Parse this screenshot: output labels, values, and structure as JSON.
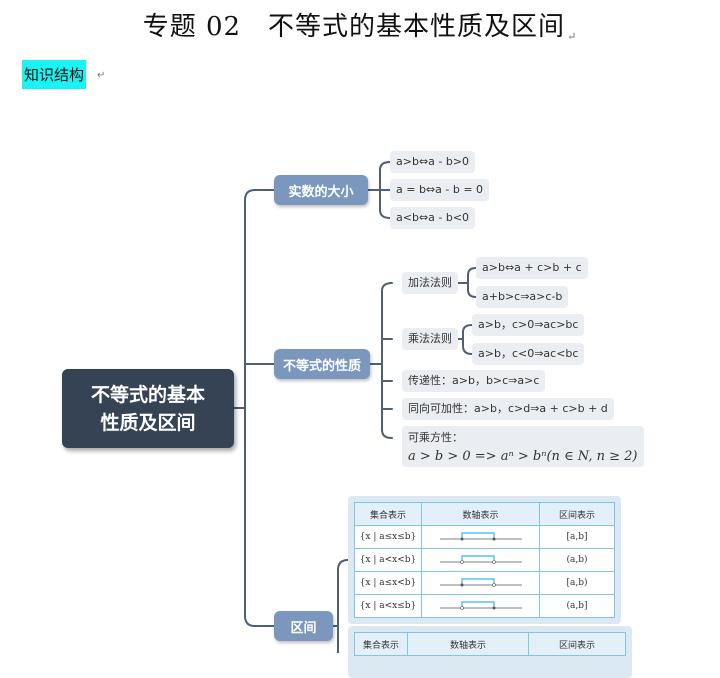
{
  "document": {
    "title": "专题 02　不等式的基本性质及区间",
    "paragraph_mark": "↵",
    "section_label": "知识结构"
  },
  "mindmap": {
    "root": {
      "line1": "不等式的基本",
      "line2": "性质及区间"
    },
    "branch_1": {
      "label": "实数的大小",
      "items": [
        "a>b⇔a - b>0",
        "a = b⇔a - b = 0",
        "a<b⇔a - b<0"
      ]
    },
    "branch_2": {
      "label": "不等式的性质",
      "addition_rule": {
        "label": "加法法则",
        "items": [
          "a>b⇔a + c>b + c",
          "a+b>c⇒a>c-b"
        ]
      },
      "multiplication_rule": {
        "label": "乘法法则",
        "items": [
          "a>b，c>0⇒ac>bc",
          "a>b，c<0⇒ac<bc"
        ]
      },
      "transitivity": "传递性：a>b，b>c⇒a>c",
      "same_direction_addition": "同向可加性：a>b，c>d⇒a + c>b + d",
      "power": {
        "label": "可乘方性：",
        "formula": "a > b > 0 => aⁿ > bⁿ(n ∈ N, n ≥ 2)"
      }
    },
    "branch_3": {
      "label": "区间",
      "table_1": {
        "headers": [
          "集合表示",
          "数轴表示",
          "区间表示"
        ],
        "rows": [
          {
            "set": "{x | a≤x≤b}",
            "interval": "[a,b]"
          },
          {
            "set": "{x | a<x<b}",
            "interval": "(a,b)"
          },
          {
            "set": "{x | a≤x<b}",
            "interval": "[a,b)"
          },
          {
            "set": "{x | a<x≤b}",
            "interval": "(a,b]"
          }
        ]
      },
      "table_2": {
        "headers": [
          "集合表示",
          "数轴表示",
          "区间表示"
        ]
      }
    }
  },
  "colors": {
    "root": "#364355",
    "branch": "#7b97bd",
    "leaf": "#eaedf2",
    "connector": "#4f5f75",
    "highlight": "#19f3f3",
    "table_border": "#7fc6e6",
    "numline_highlight": "#39b5e6"
  }
}
